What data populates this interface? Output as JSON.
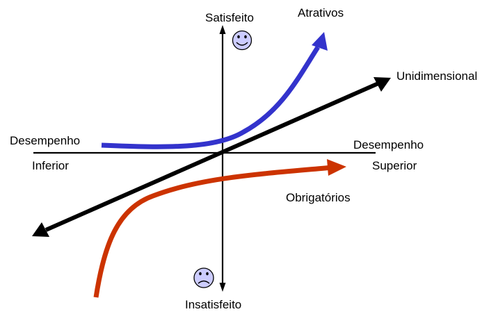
{
  "diagram": {
    "labels": {
      "satisfied": "Satisfeito",
      "dissatisfied": "Insatisfeito",
      "attractive": "Atrativos",
      "one_dimensional": "Unidimensional",
      "must_be": "Obrigatórios",
      "performance_low_1": "Desempenho",
      "performance_low_2": "Inferior",
      "performance_high_1": "Desempenho",
      "performance_high_2": "Superior"
    },
    "icons": {
      "satisfied": "smiley-face-icon",
      "dissatisfied": "sad-face-icon"
    },
    "colors": {
      "attractive_curve": "#3333cc",
      "must_be_curve": "#cc3300",
      "one_dimensional_line": "#000000",
      "axes": "#000000",
      "face_fill": "#ccccff"
    }
  }
}
